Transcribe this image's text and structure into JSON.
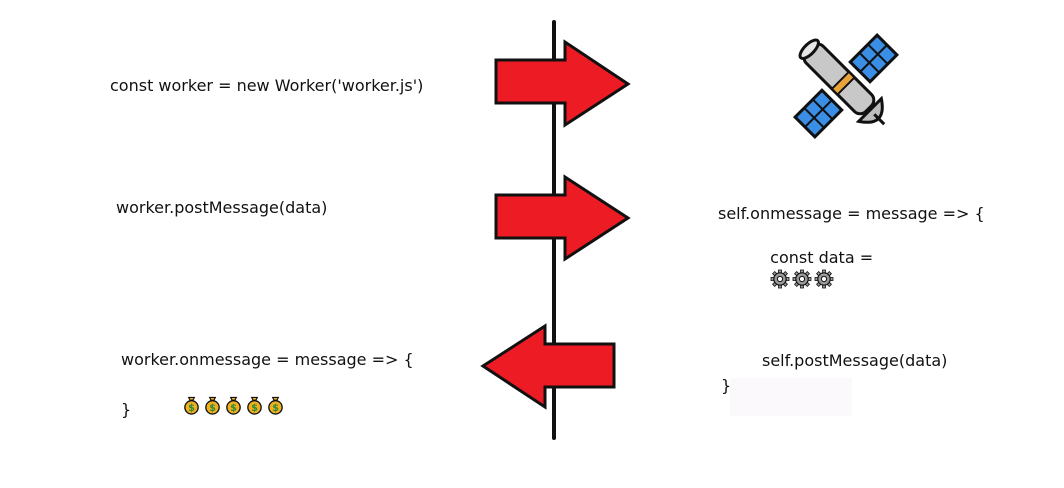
{
  "main_thread": {
    "create_line": "const worker = new Worker('worker.js')",
    "post_line": "worker.postMessage(data)",
    "onmessage_line": "worker.onmessage = message => {",
    "onmessage_icon_name": "money-bag-icon",
    "onmessage_icon_count": 5,
    "close_brace": "}"
  },
  "worker_thread": {
    "icon_name": "satellite-icon",
    "onmessage_line": "self.onmessage = message => {",
    "const_data_line": "const data =",
    "const_data_icon_name": "gear-icon",
    "const_data_icon_count": 3,
    "post_line": "self.postMessage(data)",
    "close_brace": "}"
  },
  "colors": {
    "arrow_fill": "#ed1c24",
    "arrow_stroke": "#111111",
    "divider": "#111111",
    "money_bag": "#f2b01e",
    "money_sign": "#2e8b3c",
    "gear": "#9a9a9a",
    "satellite_panel": "#3a8ee6",
    "satellite_body": "#c8c8c8"
  }
}
